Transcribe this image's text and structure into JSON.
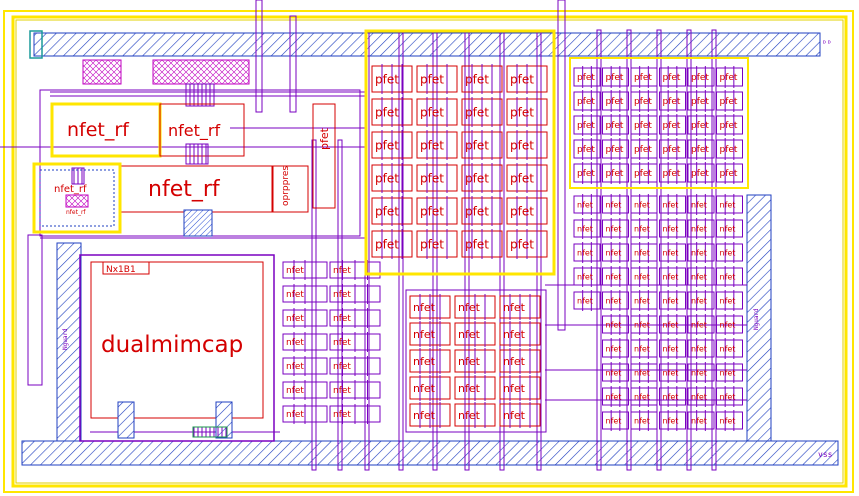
{
  "layout_view": {
    "colors": {
      "background": "#ffffff",
      "boundary": "#ffe600",
      "nwell": "#1a7a9a",
      "metal": "#7a00c0",
      "poly": "#d40000",
      "via": "#ff3b3b",
      "substrate_hatch": "#1f3fc0"
    },
    "pins": {
      "top_right": "ᴰᴰ",
      "bottom_right": "vss"
    },
    "cells": {
      "nfet_rf_big_a": "nfet_rf",
      "nfet_rf_big_b": "nfet_rf",
      "nfet_rf_big_c": "nfet_rf",
      "nfet_rf_small": "nfet_rf",
      "nfet_rf_tiny": "nfet_rf",
      "oprppres": "oprppres",
      "pfet_vertical": "pfet",
      "dualmimcap": "dualmimcap",
      "mimcap_tag": "Nx1B1",
      "nfet_array_label": "nfet",
      "pfet_array_label": "pfet",
      "pfet_matrix_label": "pfet",
      "nfet_matrix_label": "nfet",
      "guard_ring_label": "Nguard"
    }
  }
}
